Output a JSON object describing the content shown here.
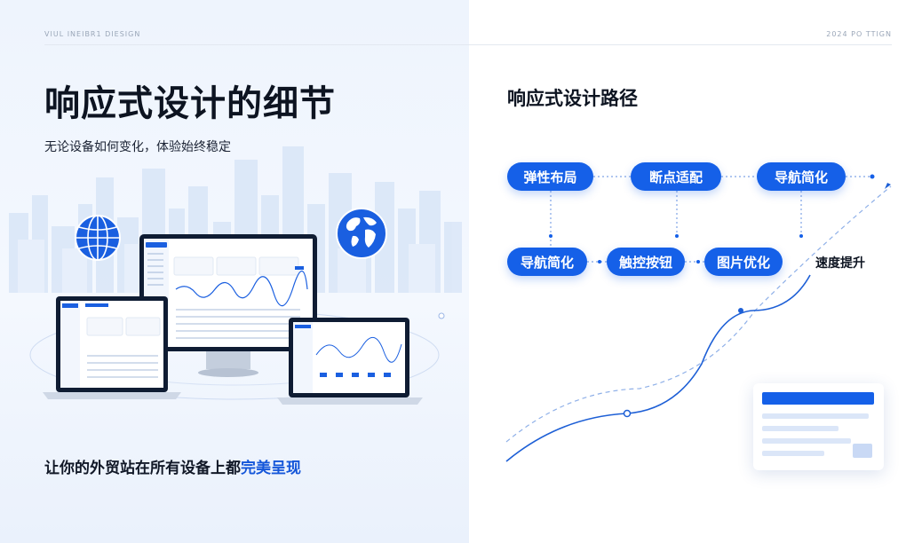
{
  "header": {
    "brand": "VIUL INEIBR1 DIESIGN",
    "edition": "2024 PO TTIGN"
  },
  "left": {
    "title": "响应式设计的细节",
    "subtitle": "无论设备如何变化，体验始终稳定",
    "bottom_text_prefix": "让你的外贸站在所有设备上都",
    "bottom_text_highlight": "完美呈现"
  },
  "right": {
    "title": "响应式设计路径",
    "row1": [
      "弹性布局",
      "断点适配",
      "导航简化"
    ],
    "row2": [
      "导航简化",
      "触控按钮",
      "图片优化"
    ],
    "speed_label": "速度提升"
  },
  "colors": {
    "accent": "#1560e8",
    "title": "#0d1421",
    "highlight": "#1456d9"
  },
  "icons": [
    "globe-icon",
    "globe-icon"
  ]
}
